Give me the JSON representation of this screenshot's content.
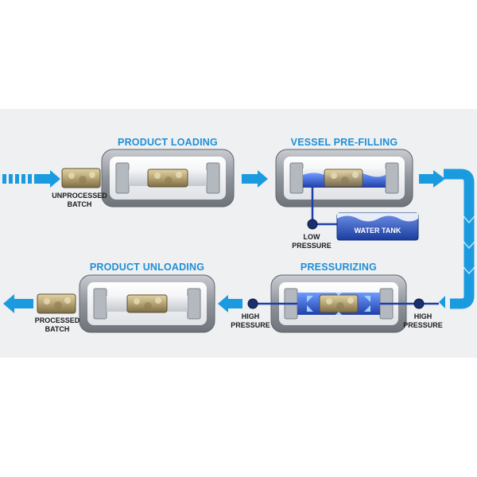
{
  "colors": {
    "accent": "#1f8fd6",
    "flow": "#1a9be0",
    "water": "#2e5fd0",
    "vessel": "#9ea3aa",
    "batch": "#b8a77a"
  },
  "stages": {
    "loading": {
      "title": "PRODUCT LOADING"
    },
    "prefilling": {
      "title": "VESSEL PRE-FILLING"
    },
    "pressurizing": {
      "title": "PRESSURIZING"
    },
    "unloading": {
      "title": "PRODUCT UNLOADING"
    }
  },
  "labels": {
    "unprocessed": [
      "UNPROCESSED",
      "BATCH"
    ],
    "low_pressure": [
      "LOW",
      "PRESSURE"
    ],
    "water_tank": "WATER TANK",
    "high_pressure_left": [
      "HIGH",
      "PRESSURE"
    ],
    "high_pressure_right": [
      "HIGH",
      "PRESSURE"
    ],
    "processed": [
      "PROCESSED",
      "BATCH"
    ]
  },
  "icons": [
    "flow-arrow-icon",
    "valve-icon",
    "batch-icon",
    "pressure-arrow-icon"
  ]
}
